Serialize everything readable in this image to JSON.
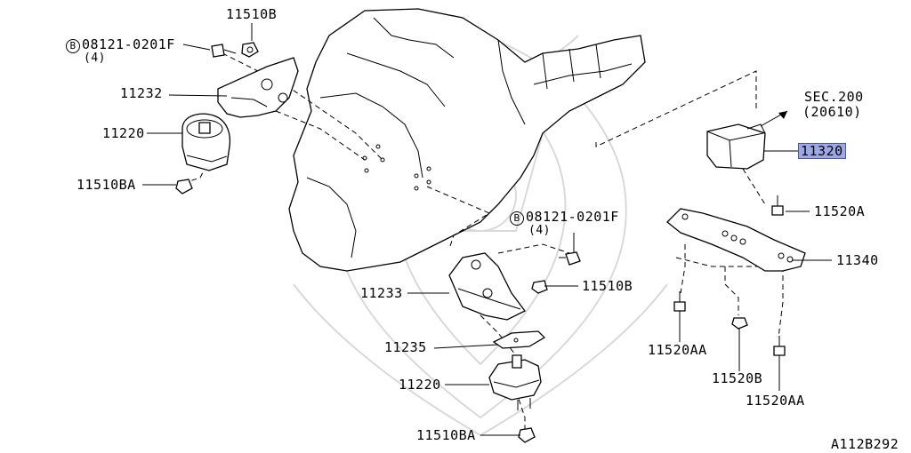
{
  "labels": {
    "p11510b_top": "11510B",
    "bolt_left_part": "08121-0201F",
    "bolt_left_qty": "(4)",
    "p11232": "11232",
    "p11220_left": "11220",
    "p11510ba_left": "11510BA",
    "sec_title": "SEC.200",
    "sec_ref": "(20610)",
    "p11320": "11320",
    "p11520a": "11520A",
    "bolt_right_part": "08121-0201F",
    "bolt_right_qty": "(4)",
    "p11340": "11340",
    "p11233": "11233",
    "p11510b_mid": "11510B",
    "p11235": "11235",
    "p11220_bottom": "11220",
    "p11510ba_bottom": "11510BA",
    "p11520aa_left": "11520AA",
    "p11520b": "11520B",
    "p11520aa_right": "11520AA",
    "diagram_code": "A112B292",
    "b_marker": "B"
  },
  "colors": {
    "highlight": "#9fa8e6",
    "line": "#000000",
    "watermark": "#d9d9d9"
  }
}
